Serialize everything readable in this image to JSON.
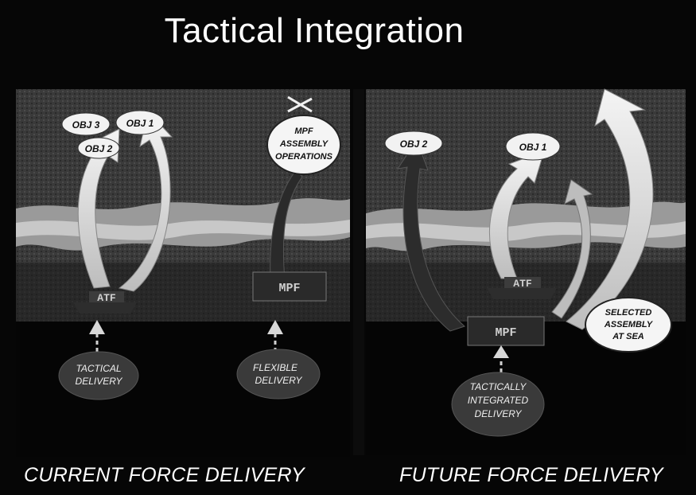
{
  "title": "Tactical Integration",
  "current_panel": {
    "objectives": [
      "OBJ 3",
      "OBJ 1",
      "OBJ 2"
    ],
    "ship_label": "ATF",
    "mpf_ship_label": "MPF",
    "assembly_label": [
      "MPF",
      "ASSEMBLY",
      "OPERATIONS"
    ],
    "tactical_delivery": [
      "TACTICAL",
      "DELIVERY"
    ],
    "flexible_delivery": [
      "FLEXIBLE",
      "DELIVERY"
    ],
    "caption": "CURRENT FORCE DELIVERY"
  },
  "future_panel": {
    "objectives": [
      "OBJ 2",
      "OBJ 1"
    ],
    "ship_label": "ATF",
    "mpf_ship_label": "MPF",
    "selected_assembly": [
      "SELECTED",
      "ASSEMBLY",
      "AT SEA"
    ],
    "tactically_integrated": [
      "TACTICALLY",
      "INTEGRATED",
      "DELIVERY"
    ],
    "caption": "FUTURE FORCE DELIVERY"
  },
  "colors": {
    "background": "#060606",
    "sea": "#3a3a3a",
    "land_band": "#9a9a9a",
    "arrow_light": "#e6e6e6",
    "arrow_dark": "#2a2a2a"
  }
}
